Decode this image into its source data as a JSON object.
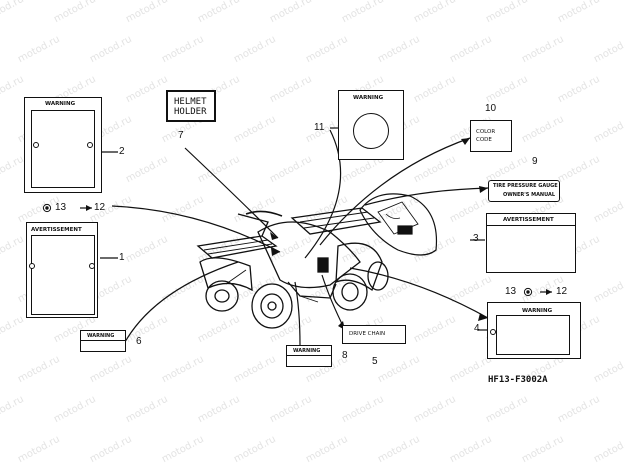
{
  "diagram": {
    "part_code": "HF13-F3002A",
    "watermark": "motod.ru",
    "callouts": [
      "1",
      "2",
      "3",
      "4",
      "5",
      "6",
      "7",
      "8",
      "9",
      "10",
      "11",
      "12",
      "13"
    ],
    "label_texts": {
      "warning": "WARNING",
      "avertissement": "AVERTISSEMENT",
      "helmet_line1": "HELMET",
      "helmet_line2": "HOLDER",
      "color_line1": "COLOR",
      "color_line2": "CODE",
      "tire_line1": "TIRE PRESSURE GAUGE",
      "tire_line2": "OWNER'S MANUAL",
      "drive_chain": "DRIVE CHAIN"
    }
  }
}
